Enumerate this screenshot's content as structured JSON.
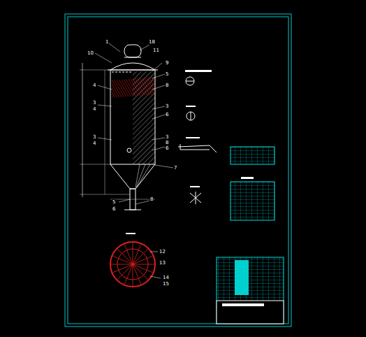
{
  "diagram": {
    "labels": [
      "1",
      "18",
      "10",
      "11",
      "9",
      "5",
      "8",
      "4",
      "3",
      "4",
      "3",
      "4",
      "3",
      "6",
      "3",
      "8",
      "6",
      "7",
      "5",
      "6",
      "8",
      "12",
      "13",
      "14",
      "15"
    ]
  }
}
